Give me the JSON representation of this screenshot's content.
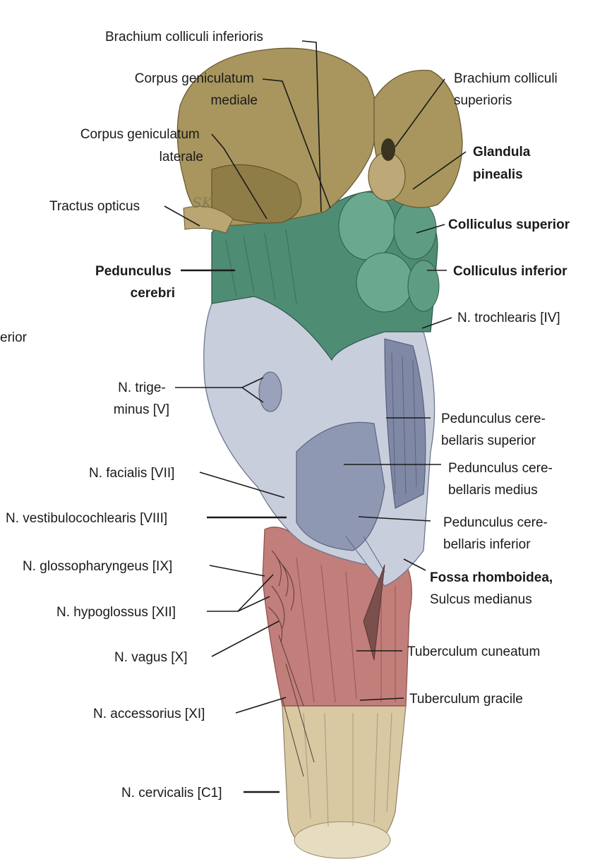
{
  "figure": {
    "artist_initials": "SK",
    "colors": {
      "diencephalon": "#a8965e",
      "midbrain": "#4f8c74",
      "pons_cerebellar_peduncles": "#c9cedc",
      "medulla": "#c27e7a",
      "spinal_cord": "#d8c9a3"
    }
  },
  "labels": {
    "left_edge_fragment": "erior",
    "brachium_colliculi_inferioris": "Brachium colliculi inferioris",
    "corpus_geniculatum_mediale": [
      "Corpus geniculatum",
      "mediale"
    ],
    "brachium_colliculi_superioris": [
      "Brachium colliculi",
      "superioris"
    ],
    "corpus_geniculatum_laterale": [
      "Corpus geniculatum",
      "laterale"
    ],
    "glandula_pinealis": [
      "Glandula",
      "pinealis"
    ],
    "tractus_opticus": "Tractus opticus",
    "colliculus_superior": "Colliculus superior",
    "pedunculus_cerebri": [
      "Pedunculus",
      "cerebri"
    ],
    "colliculus_inferior": "Colliculus inferior",
    "n_trochlearis": "N. trochlearis [IV]",
    "n_trigeminus": [
      "N. trige-",
      "minus [V]"
    ],
    "pedunculus_cerebellaris_superior": [
      "Pedunculus cere-",
      "bellaris superior"
    ],
    "n_facialis": "N. facialis [VII]",
    "pedunculus_cerebellaris_medius": [
      "Pedunculus cere-",
      "bellaris medius"
    ],
    "n_vestibulocochlearis": "N. vestibulocochlearis [VIII]",
    "pedunculus_cerebellaris_inferior": [
      "Pedunculus cere-",
      "bellaris inferior"
    ],
    "n_glossopharyngeus": "N. glossopharyngeus [IX]",
    "fossa_rhomboidea": [
      "Fossa rhomboidea,",
      "Sulcus medianus"
    ],
    "n_hypoglossus": "N. hypoglossus [XII]",
    "n_vagus": "N. vagus [X]",
    "tuberculum_cuneatum": "Tuberculum cuneatum",
    "tuberculum_gracile": "Tuberculum gracile",
    "n_accessorius": "N. accessorius [XI]",
    "n_cervicalis": "N. cervicalis [C1]"
  }
}
